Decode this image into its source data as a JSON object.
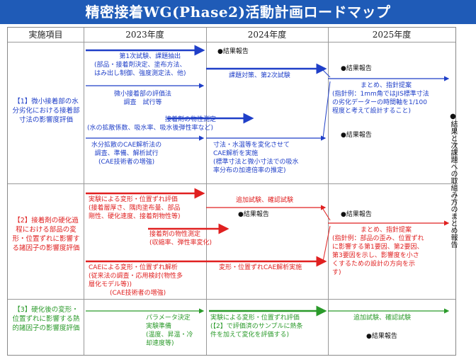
{
  "title": "精密接着WG(Phase2)活動計画ロードマップ",
  "header": {
    "col_item": "実施項目",
    "y2023": "2023年度",
    "y2024": "2024年度",
    "y2025": "2025年度"
  },
  "rows": {
    "r1_label": "【1】微小接着部の水分劣化における接着部寸法の影響度評価",
    "r2_label": "【2】接着剤の硬化過程における部品の変形・位置ずれに影響する諸因子の影響度評価",
    "r3_label": "【3】硬化後の変形・位置ずれに影響する熱的諸因子の影響度評価"
  },
  "r1": {
    "a1": [
      "第1次試験、課題抽出",
      "(部品・接着剤決定、塗布方法、",
      "はみ出し制御、強度測定法、他)"
    ],
    "a2": [
      "微小接着部の評価法",
      "調査　試行等"
    ],
    "a3": [
      "接着剤の物性測定",
      "(水の拡散係数、吸水率、吸水後弾性率など)"
    ],
    "a4": [
      "水分拡散のCAE解析法の",
      "調査、準備、解析試行",
      "(CAE技術者の増強)"
    ],
    "b1": "●結果報告",
    "b2": "課題対策、第2次試験",
    "b3": [
      "寸法・水温等を変化させて",
      "CAE解析を実施",
      "(標準寸法と微小寸法での吸水",
      "率分布の加速倍率の推定)"
    ],
    "c1": "●結果報告",
    "c2": [
      "まとめ、指針提案",
      "(指針例：1mm角ではJIS標準寸法",
      "の劣化データーの時間軸を1/100",
      "程度と考えて設計すること)"
    ],
    "c3": "●結果報告"
  },
  "r2": {
    "a1": [
      "実験による変形・位置ずれ評価",
      "(接着層厚さ、隅肉塗布量、部品",
      "剛性、硬化速度、接着剤物性等)"
    ],
    "a2": [
      "接着剤の物性測定",
      "(収縮率、弾性率変化)"
    ],
    "a3": [
      "CAEによる変形・位置ずれ解析",
      "(従来法の調査・応用検討(物性多",
      "層化モデル等))",
      "(CAE技術者の増強)"
    ],
    "b1": "追加試験、確認試験",
    "b2": "●結果報告",
    "b3": "変形・位置ずれCAE解析実施",
    "c1": "●結果報告",
    "c2": [
      "まとめ、指針提案",
      "(指針例：部品の歪み、位置ずれ",
      "に影響する第1要因、第2要因、",
      "第3要因を示し、影響度を小さ",
      "くするための設計の方向を示",
      "す)"
    ]
  },
  "r3": {
    "a1": [
      "パラメータ決定",
      "実験準備",
      "(温度、昇温・冷",
      "却速度等)"
    ],
    "b1": [
      "実験による変形・位置ずれ評価",
      "(【2】で評価済のサンプルに熱条",
      "件を加えて変化を評価する)"
    ],
    "c1": "追加試験、確認試験",
    "c2": "●結果報告"
  },
  "side_note": "●結果と次課題への取組み方のまとめ報告"
}
